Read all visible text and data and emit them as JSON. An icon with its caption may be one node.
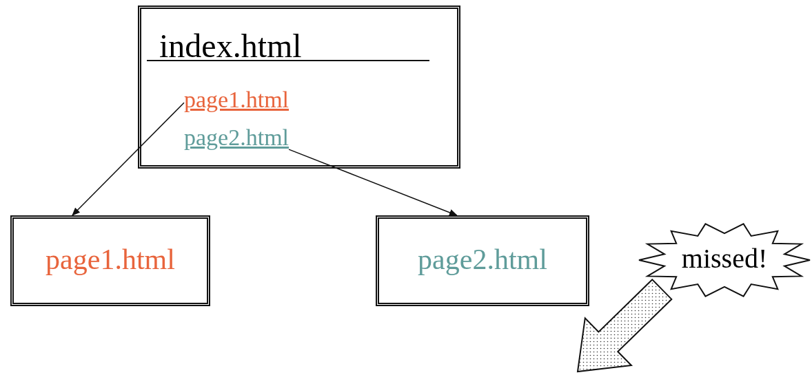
{
  "diagram": {
    "nodes": [
      {
        "text": [
          "index.html"
        ]
      },
      {
        "text": [
          "page1.html"
        ],
        "in": 0
      },
      {
        "text": [
          "page2.html"
        ],
        "in": 0
      },
      {
        "text": [
          "page1.html"
        ]
      },
      {
        "text": [
          "page2.html"
        ]
      },
      {
        "text": [
          "missed!"
        ]
      }
    ],
    "edges": [
      {
        "from": 1,
        "to": 3,
        "arrow": "to"
      },
      {
        "from": 2,
        "to": 4,
        "arrow": "to"
      },
      {
        "from": 5,
        "to": null,
        "arrow": "to",
        "style": "thick"
      }
    ]
  }
}
